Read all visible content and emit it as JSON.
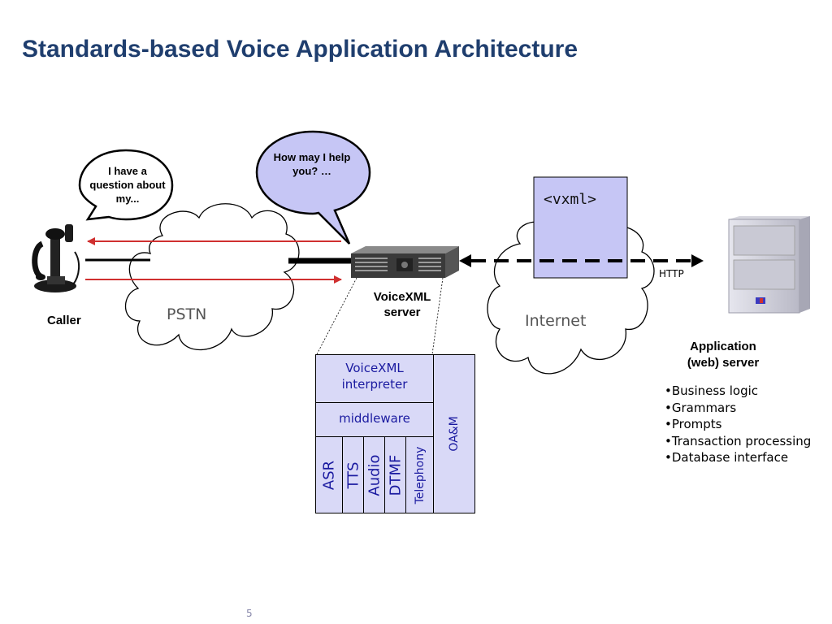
{
  "title": "Standards-based Voice Application Architecture",
  "bubbles": {
    "caller": "I have a question about my...",
    "server": "How may I help you? …"
  },
  "labels": {
    "caller": "Caller",
    "pstn": "PSTN",
    "voicexml_server_line1": "VoiceXML",
    "voicexml_server_line2": "server",
    "internet": "Internet",
    "vxml_doc": "<vxml>",
    "http": "HTTP",
    "app_server_line1": "Application",
    "app_server_line2": "(web) server"
  },
  "stack": {
    "interpreter_line1": "VoiceXML",
    "interpreter_line2": "interpreter",
    "middleware": "middleware",
    "oam": "OA&M",
    "modules": [
      "ASR",
      "TTS",
      "Audio",
      "DTMF",
      "Telephony"
    ]
  },
  "app_features": [
    "•Business logic",
    "•Grammars",
    "•Prompts",
    "•Transaction processing",
    "•Database interface"
  ],
  "page_number": "5",
  "colors": {
    "title": "#1f3e6e",
    "bubble_fill": "#c6c6f5",
    "stack_fill": "#d9d9f7",
    "stack_text": "#1a1aa0",
    "arrow_red": "#d03030",
    "cloud_text": "#555555"
  }
}
